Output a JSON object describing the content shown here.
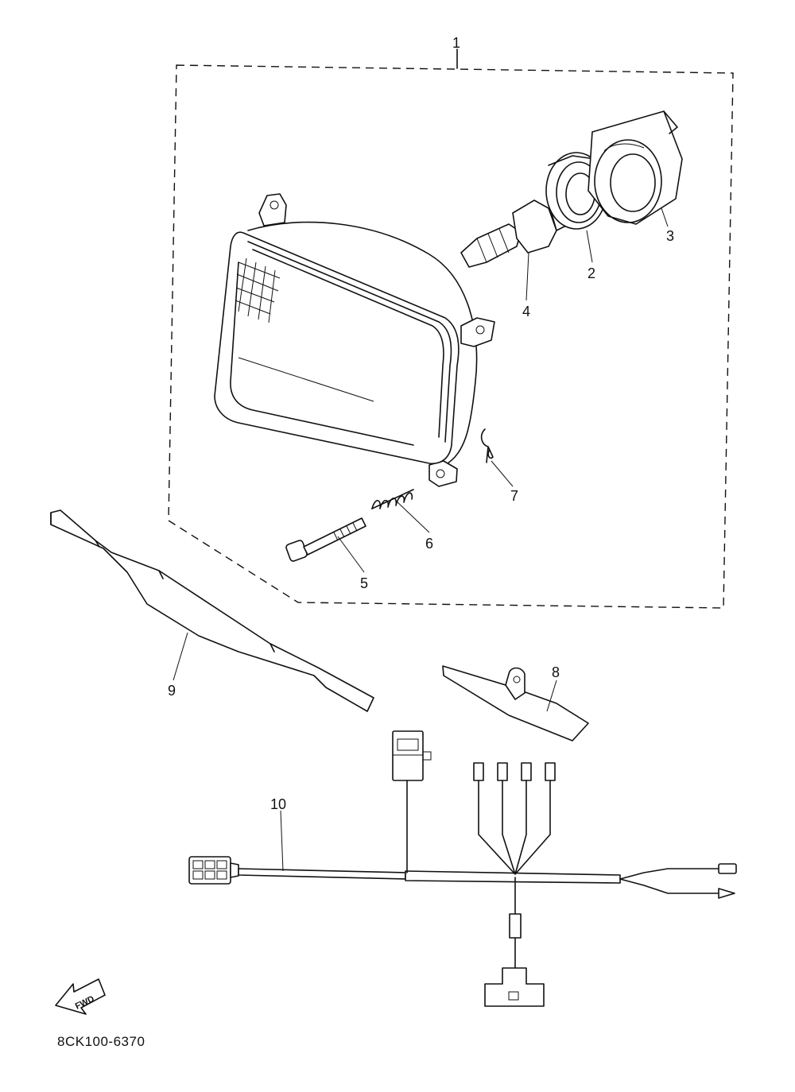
{
  "diagram": {
    "callouts": [
      {
        "id": "1",
        "text": "1"
      },
      {
        "id": "2",
        "text": "2"
      },
      {
        "id": "3",
        "text": "3"
      },
      {
        "id": "4",
        "text": "4"
      },
      {
        "id": "5",
        "text": "5"
      },
      {
        "id": "6",
        "text": "6"
      },
      {
        "id": "7",
        "text": "7"
      },
      {
        "id": "8",
        "text": "8"
      },
      {
        "id": "9",
        "text": "9"
      },
      {
        "id": "10",
        "text": "10"
      }
    ],
    "fwd_label": "FWD",
    "drawing_code": "8CK100-6370"
  }
}
